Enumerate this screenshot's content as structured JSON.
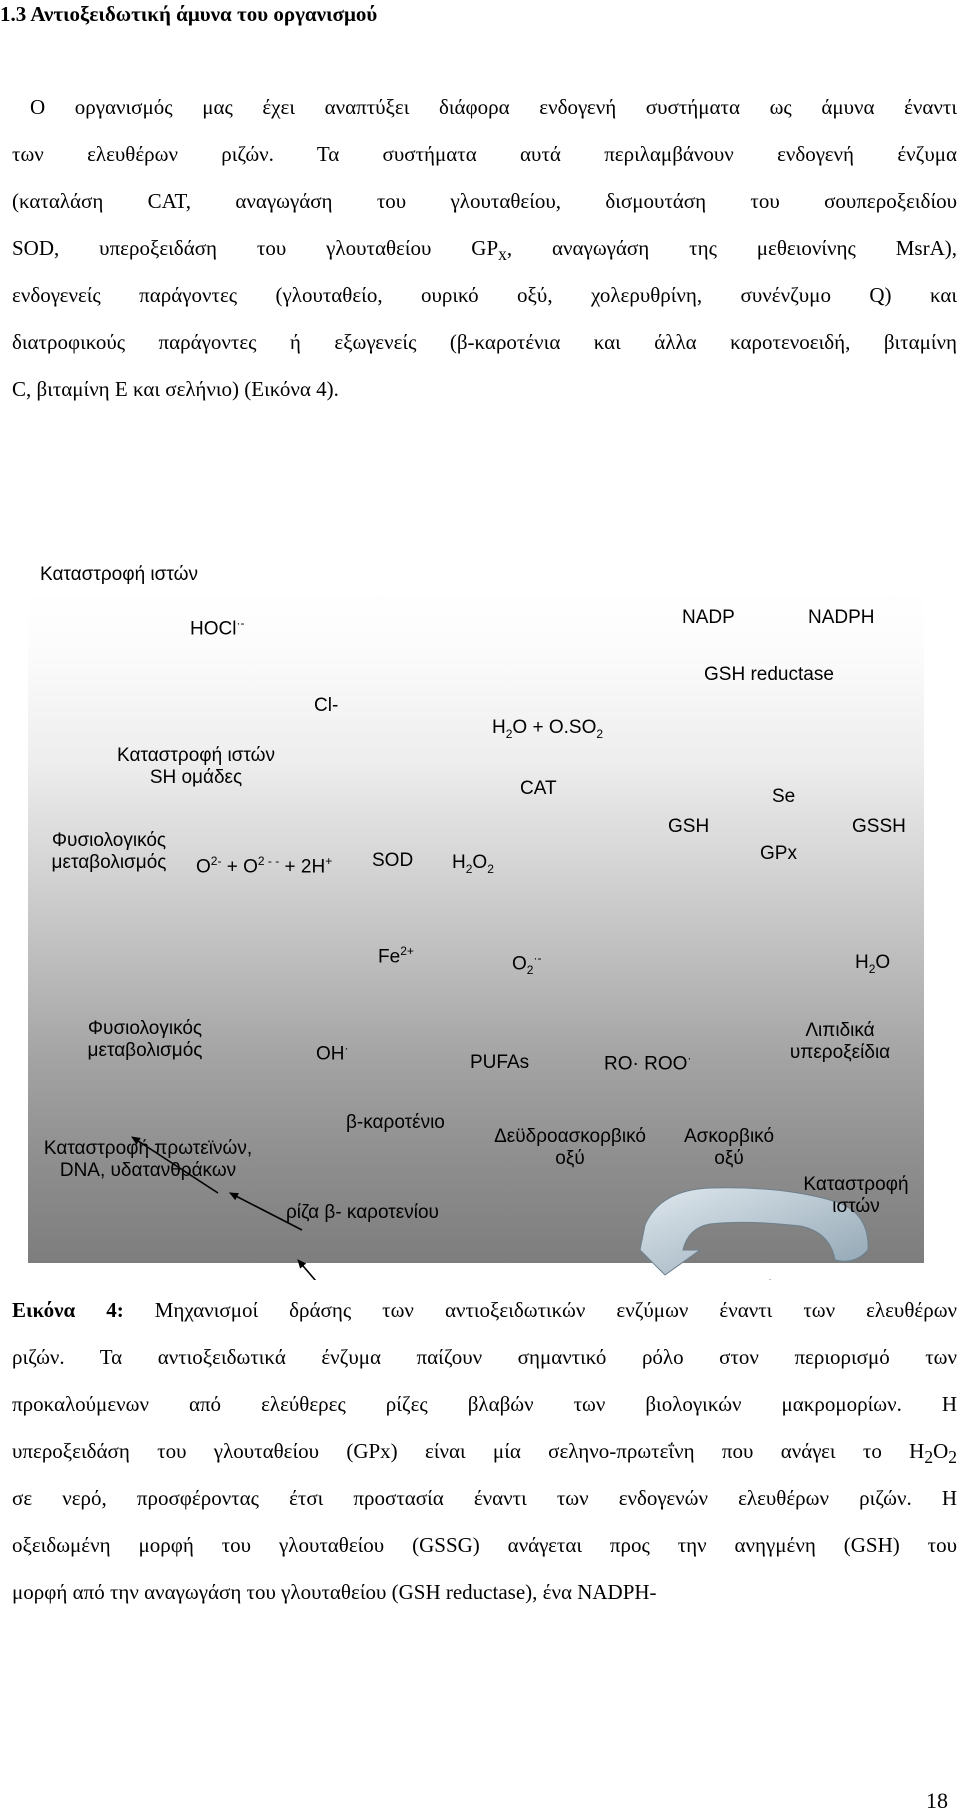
{
  "section": {
    "heading": "1.3 Αντιοξειδωτική άμυνα του οργανισμού"
  },
  "intro": {
    "lines": [
      "Ο οργανισμός μας έχει αναπτύξει διάφορα ενδογενή συστήματα ως άμυνα έναντι",
      "των ελευθέρων ριζών. Τα συστήματα αυτά περιλαμβάνουν ενδογενή ένζυμα",
      "(καταλάση CAT, αναγωγάση του γλουταθείου, δισμουτάση του σουπεροξειδίου",
      "SOD, υπεροξειδάση του γλουταθείου GP",
      "x",
      ", αναγωγάση της μεθειονίνης MsrA),",
      "ενδογενείς παράγοντες (γλουταθείο, ουρικό οξύ, χολερυθρίνη, συνένζυμο Q) και",
      "διατροφικούς παράγοντες ή εξωγενείς (β-καροτένια και άλλα καροτενοειδή, βιταμίνη",
      "C, βιταμίνη E και σελήνιο) (Εικόνα 4)."
    ]
  },
  "figure": {
    "labels": {
      "tissue_damage_top": "Καταστροφή ιστών",
      "hocl": "HOCl",
      "hocl_sup": "·-",
      "cl": "Cl-",
      "tissue_damage_sh_1": "Καταστροφή ιστών",
      "tissue_damage_sh_2": "SH ομάδες",
      "phys_metab_1a": "Φυσιολογικός",
      "phys_metab_1b": "μεταβολισμός",
      "o2_a": "O",
      "o2_a_sup": "2-",
      "plus1": " + O",
      "o2_b_sup": "2 - -",
      "plus2": " + 2H",
      "h_sup": "+",
      "sod": "SOD",
      "h2o2_h": "H",
      "h2o2_2a": "2",
      "h2o2_o": "O",
      "h2o2_2b": "2",
      "h2o_oso_1": "H",
      "h2o_oso_2": "2",
      "h2o_oso_3": "O + O.SO",
      "h2o_oso_4": "2",
      "cat": "CAT",
      "nadp": "NADP",
      "nadph": "NADPH",
      "gsh_reductase": "GSH reductase",
      "se": "Se",
      "gsh": "GSH",
      "gssh": "GSSH",
      "gpx": "GPx",
      "fe": "Fe",
      "fe_sup": "2+",
      "o2r_o": "O",
      "o2r_sub": "2",
      "o2r_sup": "·-",
      "h2o_r_h": "H",
      "h2o_r_2": "2",
      "h2o_r_o": "O",
      "phys_metab_2a": "Φυσιολογικός",
      "phys_metab_2b": "μεταβολισμός",
      "oh": "OH",
      "oh_sup": "·",
      "pufas": "PUFAs",
      "ro_roo": "RO· ROO",
      "roo_sup": "·",
      "lipid_1": "Λιπιδικά",
      "lipid_2": "υπεροξείδια",
      "protein_damage_1": "Καταστροφή πρωτεϊνών,",
      "protein_damage_2": "DNA, υδατανθράκων",
      "beta_carotene": "β-καροτένιο",
      "dehydro_1": "Δεϋδροασκορβικό",
      "dehydro_2": "οξύ",
      "ascorbic_1": "Ασκορβικό",
      "ascorbic_2": "οξύ",
      "tissue_damage_bottom_1": "Καταστροφή",
      "tissue_damage_bottom_2": "ιστών",
      "carotene_radical": "ρίζα β- καροτενίου"
    }
  },
  "caption": {
    "label": "Εικόνα 4:",
    "line1_rest": " Μηχανισμοί δράσης των αντιοξειδωτικών ενζύμων έναντι των ελευθέρων",
    "line2": "ριζών. Τα αντιοξειδωτικά ένζυμα παίζουν σημαντικό ρόλο στον περιορισμό των",
    "line3": "προκαλούμενων από ελεύθερες ρίζες βλαβών των βιολογικών μακρομορίων. Η",
    "line4_a": "υπεροξειδάση του γλουταθείου (GPx) είναι μία σεληνο-πρωτεΐνη που ανάγει το H",
    "line4_sub1": "2",
    "line4_b": "O",
    "line4_sub2": "2",
    "line5": "σε νερό, προσφέροντας έτσι προστασία έναντι των ενδογενών ελευθέρων ριζών. Η",
    "line6": "οξειδωμένη μορφή του γλουταθείου (GSSG) ανάγεται προς την ανηγμένη (GSH) του",
    "line7": "μορφή από την αναγωγάση του γλουταθείου (GSH reductase), ένα NADPH-"
  },
  "page_number": "18"
}
